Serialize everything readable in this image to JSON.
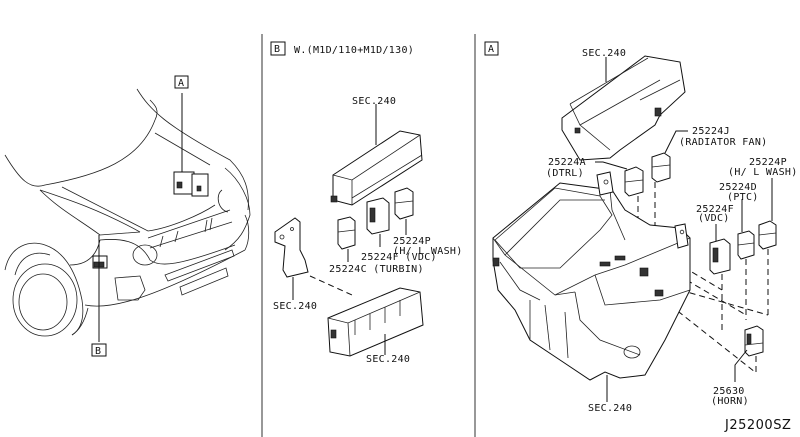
{
  "diagram_code": "J25200SZ",
  "callouts": {
    "a": "A",
    "b": "B"
  },
  "panel_b": {
    "tag": "B",
    "variant": "W.(M1D/110+M1D/130)",
    "labels": {
      "cover": "SEC.240",
      "bracket": "SEC.240",
      "block": "SEC.240",
      "relay_p": "25224P",
      "relay_p_desc": "(H/ L WASH)",
      "relay_f": "25224F (VDC)",
      "relay_c": "25224C (TURBIN)"
    }
  },
  "panel_a": {
    "tag": "A",
    "labels": {
      "cover": "SEC.240",
      "box": "SEC.240",
      "relay_j": "25224J",
      "relay_j_desc": "(RADIATOR FAN)",
      "relay_a": "25224A",
      "relay_a_desc": "(DTRL)",
      "relay_p": "25224P",
      "relay_p_desc": "(H/ L WASH)",
      "relay_d": "25224D",
      "relay_d_desc": "(PTC)",
      "relay_f": "25224F",
      "relay_f_desc": "(VDC)",
      "horn": "25630",
      "horn_desc": "(HORN)"
    }
  }
}
